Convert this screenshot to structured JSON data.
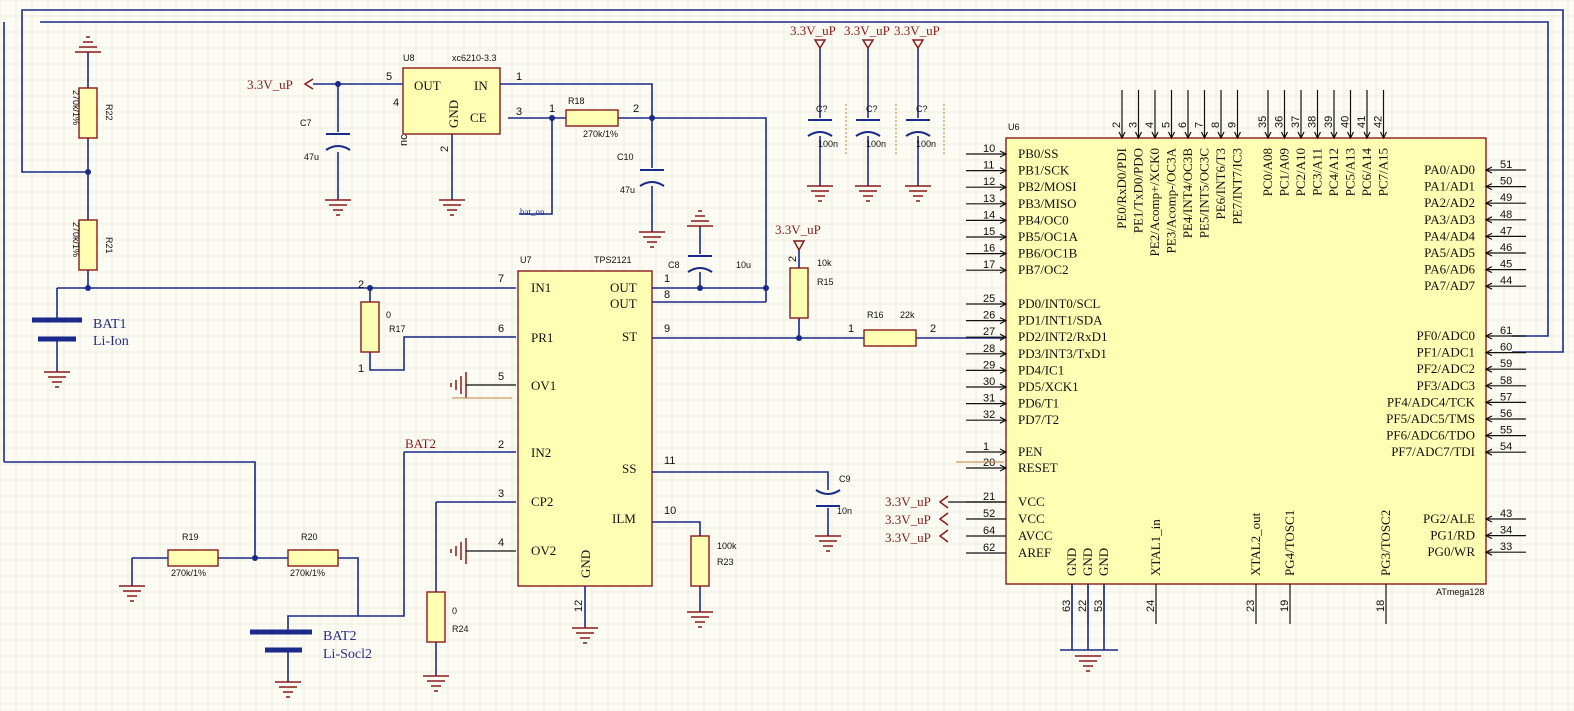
{
  "u8": {
    "ref": "U8",
    "value": "xc6210-3.3",
    "pin_out": "OUT",
    "pin_in": "IN",
    "pin_gnd": "GND",
    "pin_ce": "CE",
    "pin_nc": "nc"
  },
  "u7": {
    "ref": "U7",
    "value": "TPS2121",
    "pins_left": [
      "IN1",
      "PR1",
      "OV1",
      "IN2",
      "CP2",
      "OV2"
    ],
    "pins_right": [
      "OUT",
      "OUT",
      "ST",
      "SS",
      "ILM"
    ],
    "pin_gnd": "GND"
  },
  "u6": {
    "ref": "U6",
    "value": "ATmega128",
    "left_top": [
      [
        "10",
        "PB0/SS"
      ],
      [
        "11",
        "PB1/SCK"
      ],
      [
        "12",
        "PB2/MOSI"
      ],
      [
        "13",
        "PB3/MISO"
      ],
      [
        "14",
        "PB4/OC0"
      ],
      [
        "15",
        "PB5/OC1A"
      ],
      [
        "16",
        "PB6/OC1B"
      ],
      [
        "17",
        "PB7/OC2"
      ]
    ],
    "left_mid": [
      [
        "25",
        "PD0/INT0/SCL"
      ],
      [
        "26",
        "PD1/INT1/SDA"
      ],
      [
        "27",
        "PD2/INT2/RxD1"
      ],
      [
        "28",
        "PD3/INT3/TxD1"
      ],
      [
        "29",
        "PD4/IC1"
      ],
      [
        "30",
        "PD5/XCK1"
      ],
      [
        "31",
        "PD6/T1"
      ],
      [
        "32",
        "PD7/T2"
      ]
    ],
    "left_ctl": [
      [
        "1",
        "PEN"
      ],
      [
        "20",
        "RESET"
      ]
    ],
    "left_pwr": [
      [
        "21",
        "VCC"
      ],
      [
        "52",
        "VCC"
      ],
      [
        "64",
        "AVCC"
      ],
      [
        "62",
        "AREF"
      ]
    ],
    "right_a": [
      [
        "51",
        "PA0/AD0"
      ],
      [
        "50",
        "PA1/AD1"
      ],
      [
        "49",
        "PA2/AD2"
      ],
      [
        "48",
        "PA3/AD3"
      ],
      [
        "47",
        "PA4/AD4"
      ],
      [
        "46",
        "PA5/AD5"
      ],
      [
        "45",
        "PA6/AD6"
      ],
      [
        "44",
        "PA7/AD7"
      ]
    ],
    "right_f": [
      [
        "61",
        "PF0/ADC0"
      ],
      [
        "60",
        "PF1/ADC1"
      ],
      [
        "59",
        "PF2/ADC2"
      ],
      [
        "58",
        "PF3/ADC3"
      ],
      [
        "57",
        "PF4/ADC4/TCK"
      ],
      [
        "56",
        "PF5/ADC5/TMS"
      ],
      [
        "55",
        "PF6/ADC6/TDO"
      ],
      [
        "54",
        "PF7/ADC7/TDI"
      ]
    ],
    "right_g": [
      [
        "43",
        "PG2/ALE"
      ],
      [
        "34",
        "PG1/RD"
      ],
      [
        "33",
        "PG0/WR"
      ]
    ],
    "top_e": [
      [
        "2",
        "PE0/RxD0/PDI"
      ],
      [
        "3",
        "PE1/TxD0/PDO"
      ],
      [
        "4",
        "PE2/Acomp+/XCK0"
      ],
      [
        "5",
        "PE3/Acomp-/OC3A"
      ],
      [
        "6",
        "PE4/INT4/OC3B"
      ],
      [
        "7",
        "PE5/INT5/OC3C"
      ],
      [
        "8",
        "PE6/INT6/T3"
      ],
      [
        "9",
        "PE7/INT7/IC3"
      ]
    ],
    "top_c": [
      [
        "35",
        "PC0/A08"
      ],
      [
        "36",
        "PC1/A09"
      ],
      [
        "37",
        "PC2/A10"
      ],
      [
        "38",
        "PC3/A11"
      ],
      [
        "39",
        "PC4/A12"
      ],
      [
        "40",
        "PC5/A13"
      ],
      [
        "41",
        "PC6/A14"
      ],
      [
        "42",
        "PC7/A15"
      ]
    ],
    "bottom": [
      [
        "63",
        "GND"
      ],
      [
        "22",
        "GND"
      ],
      [
        "53",
        "GND"
      ],
      [
        "24",
        "XTAL1_in"
      ],
      [
        "23",
        "XTAL2_out"
      ],
      [
        "19",
        "PG4/TOSC1"
      ],
      [
        "18",
        "PG3/TOSC2"
      ]
    ]
  },
  "nets": {
    "v33": "3.3V_uP",
    "bat2": "BAT2",
    "bat_on": "bat_on"
  },
  "batteries": {
    "bat1_ref": "BAT1",
    "bat1_type": "Li-Ion",
    "bat2_ref": "BAT2",
    "bat2_type": "Li-Socl2"
  },
  "parts": {
    "r22": {
      "ref": "R22",
      "value": "270k/1%"
    },
    "r21": {
      "ref": "R21",
      "value": "270k/1%"
    },
    "r18": {
      "ref": "R18",
      "value": "270k/1%"
    },
    "r17": {
      "ref": "R17",
      "value": "0"
    },
    "r15": {
      "ref": "R15",
      "value": "10k"
    },
    "r16": {
      "ref": "R16",
      "value": "22k"
    },
    "r19": {
      "ref": "R19",
      "value": "270k/1%"
    },
    "r20": {
      "ref": "R20",
      "value": "270k/1%"
    },
    "r23": {
      "ref": "R23",
      "value": "100k"
    },
    "r24": {
      "ref": "R24",
      "value": "0"
    },
    "c7": {
      "ref": "C7",
      "value": "47u"
    },
    "c10": {
      "ref": "C10",
      "value": "47u"
    },
    "c8": {
      "ref": "C8",
      "value": "10u"
    },
    "c9": {
      "ref": "C9",
      "value": "10n"
    },
    "cdec": {
      "ref": "C?",
      "value": "100n"
    }
  },
  "pinnums": {
    "one": "1",
    "two": "2",
    "three": "3",
    "four": "4",
    "five": "5",
    "six": "6",
    "seven": "7",
    "eight": "8",
    "nine": "9",
    "ten": "10",
    "eleven": "11",
    "twelve": "12"
  },
  "colors": {
    "wire": "#1a2a8a",
    "body": "#ffffb4",
    "border": "#8a1a1a",
    "background": "#fbfbf3"
  }
}
